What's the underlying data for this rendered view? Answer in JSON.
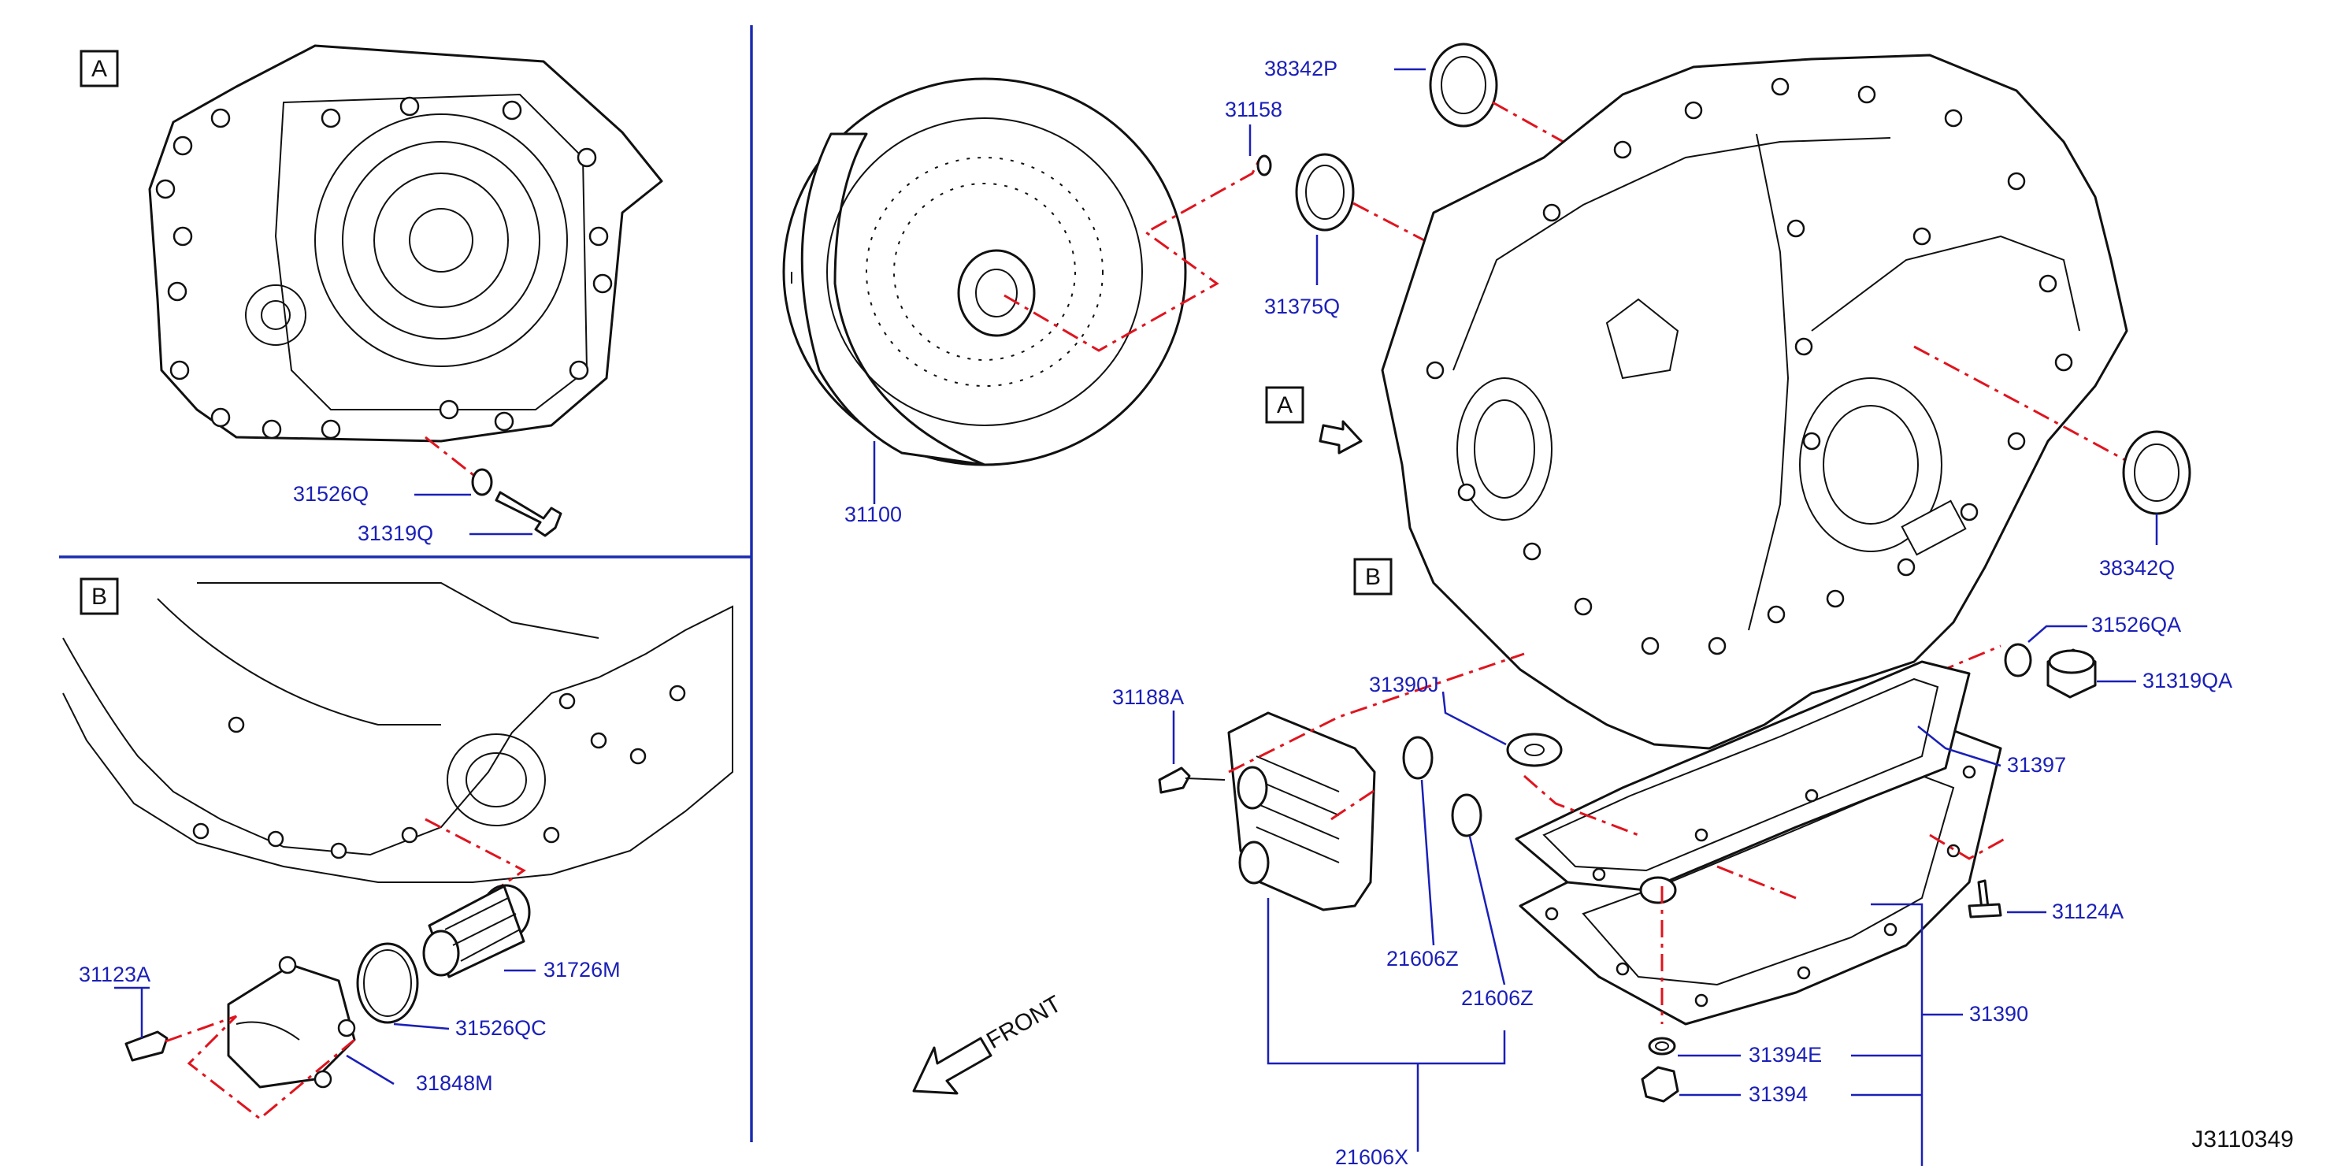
{
  "sections": {
    "a_label": "A",
    "b_label": "B",
    "main_a_label": "A",
    "main_b_label": "B"
  },
  "callouts": {
    "p38342P": "38342P",
    "p31158": "31158",
    "p31375Q": "31375Q",
    "p31100": "31100",
    "p38342Q": "38342Q",
    "p31526Q": "31526Q",
    "p31319Q": "31319Q",
    "p31526QA": "31526QA",
    "p31319QA": "31319QA",
    "p31390J": "31390J",
    "p31188A": "31188A",
    "p31397": "31397",
    "p31124A": "31124A",
    "p21606Z_a": "21606Z",
    "p21606Z_b": "21606Z",
    "p21606X": "21606X",
    "p31390": "31390",
    "p31394E": "31394E",
    "p31394": "31394",
    "p31123A": "31123A",
    "p31726M": "31726M",
    "p31526QC": "31526QC",
    "p31848M": "31848M"
  },
  "front_label": "FRONT",
  "diagram_code": "J3110349",
  "colors": {
    "callout": "#1a1fb8",
    "divider": "#1a2db0",
    "dashed_guide": "#e0141e",
    "linework": "#111111"
  }
}
